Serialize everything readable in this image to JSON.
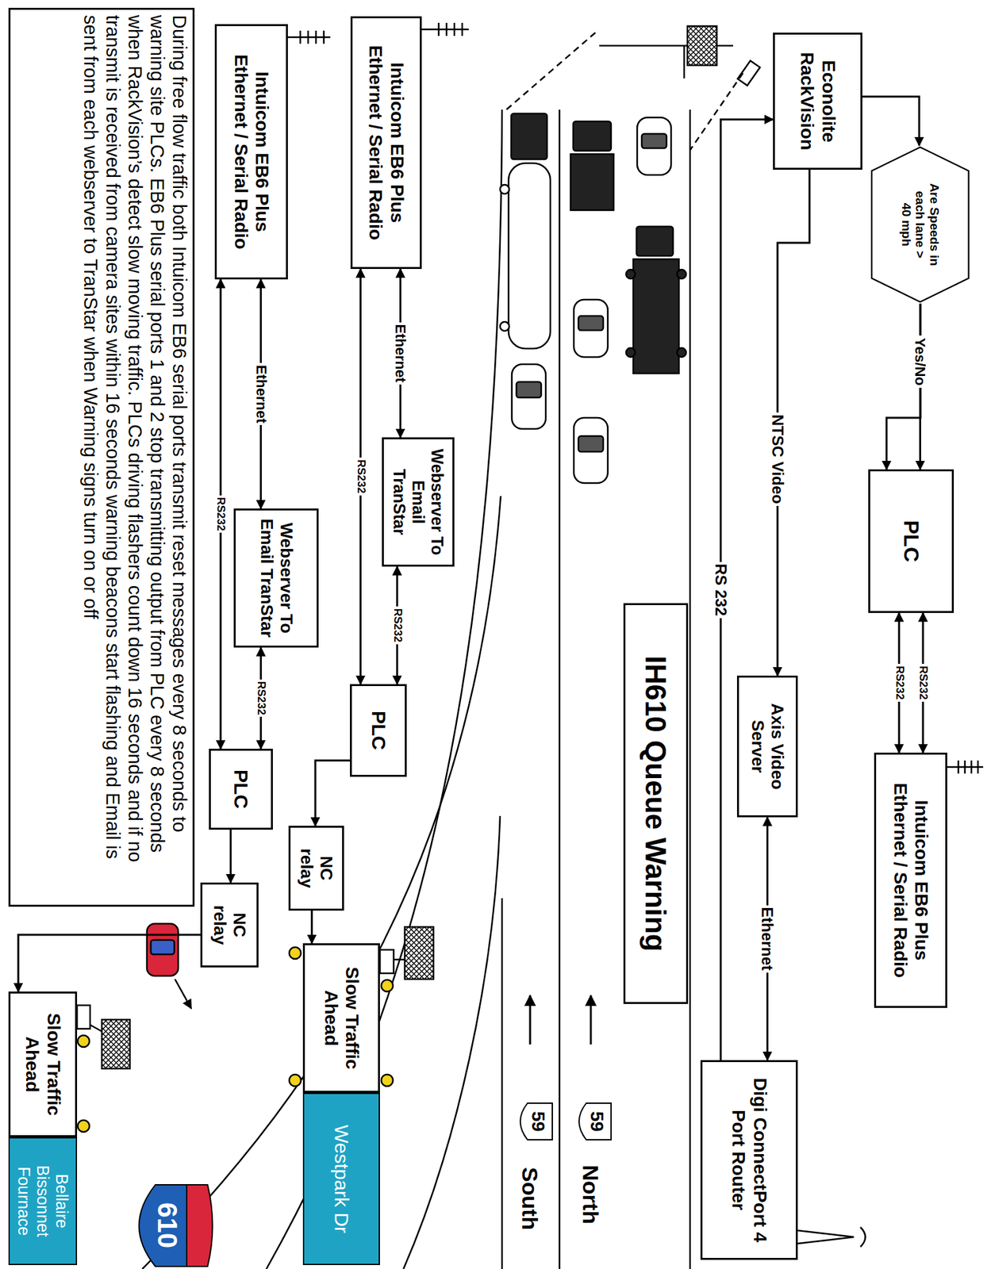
{
  "diagram": {
    "title": "IH610 Queue Warning",
    "caption": "During free flow traffic both Intuicom EB6 serial ports transmit reset messages every 8 seconds to warning site PLCs. EB6 Plus serial ports 1 and 2 stop transmitting output from PLC every 8 seconds when RackVision’s detect slow moving traffic. PLCs driving flashers count down 16 seconds and if no transmit is received from camera sites within 16 seconds warning beacons start flashing and Email is sent from each webserver to TranStar when Warning signs turn on or off",
    "nodes": [
      {
        "text": [
          "Econolite RackVision"
        ]
      },
      {
        "text": [
          "Are Speeds in each lane > 40 mph"
        ]
      },
      {
        "text": [
          "PLC"
        ]
      },
      {
        "text": [
          "Intuicom EB6 Plus Ethernet / Serial Radio"
        ]
      },
      {
        "text": [
          "Axis Video Server"
        ]
      },
      {
        "text": [
          "Digi ConnectPort 4 Port Router"
        ]
      },
      {
        "text": [
          "Intuicom EB6 Plus Ethernet / Serial Radio"
        ]
      },
      {
        "text": [
          "Webserver To Email TranStar"
        ]
      },
      {
        "text": [
          "PLC"
        ]
      },
      {
        "text": [
          "NC relay"
        ]
      },
      {
        "text": [
          "Slow Traffic Ahead"
        ]
      },
      {
        "text": [
          "Westpark Dr"
        ]
      },
      {
        "text": [
          "Intuicom EB6 Plus Ethernet / Serial Radio"
        ]
      },
      {
        "text": [
          "Webserver To Email TranStar"
        ]
      },
      {
        "text": [
          "PLC"
        ]
      },
      {
        "text": [
          "NC relay"
        ]
      },
      {
        "text": [
          "Slow Traffic Ahead"
        ]
      },
      {
        "text": [
          "Bellaire Bissonnet Fournace"
        ]
      }
    ],
    "edges": [
      {
        "from": 0,
        "to": 1,
        "arrow": "to"
      },
      {
        "from": 1,
        "to": 2,
        "label": "Yes/No",
        "arrow": "to"
      },
      {
        "from": 1,
        "to": 2,
        "arrow": "to"
      },
      {
        "from": 0,
        "to": 4,
        "label": "NTSC Video",
        "arrow": "to"
      },
      {
        "from": 5,
        "to": 0,
        "label": "RS 232",
        "arrow": "to"
      },
      {
        "from": 4,
        "to": 5,
        "label": "Ethernet",
        "arrow": "both"
      },
      {
        "from": 2,
        "to": 3,
        "label": "RS232",
        "arrow": "both"
      },
      {
        "from": 2,
        "to": 3,
        "label": "RS232",
        "arrow": "both"
      },
      {
        "from": 6,
        "to": 7,
        "label": "Ethernet",
        "arrow": "both"
      },
      {
        "from": 7,
        "to": 8,
        "label": "RS232",
        "arrow": "both"
      },
      {
        "from": 6,
        "to": 8,
        "label": "RS232",
        "arrow": "both"
      },
      {
        "from": 8,
        "to": 9,
        "arrow": "to"
      },
      {
        "from": 9,
        "to": 10,
        "arrow": "to"
      },
      {
        "from": 12,
        "to": 13,
        "label": "Ethernet",
        "arrow": "both"
      },
      {
        "from": 13,
        "to": 14,
        "label": "RS232",
        "arrow": "both"
      },
      {
        "from": 12,
        "to": 14,
        "label": "RS232",
        "arrow": "both"
      },
      {
        "from": 14,
        "to": 15,
        "arrow": "to"
      },
      {
        "from": 15,
        "to": 16,
        "arrow": "to"
      }
    ],
    "labels": [
      "North",
      "South",
      "59",
      "59",
      "610"
    ]
  }
}
